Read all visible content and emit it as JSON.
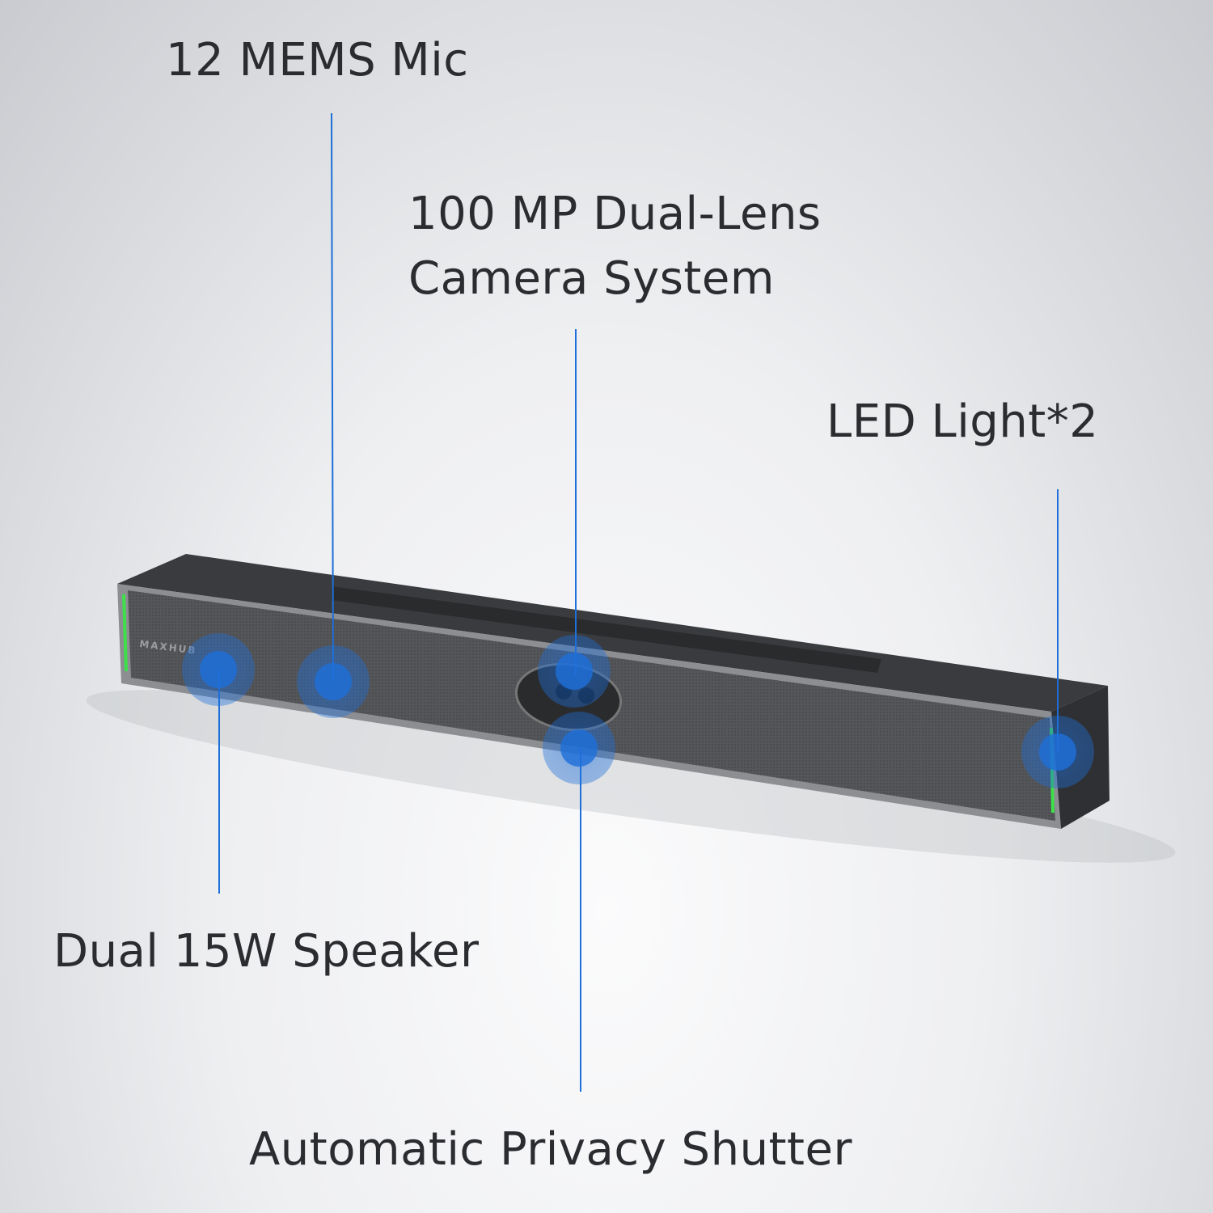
{
  "labels": {
    "mic": "12 MEMS Mic",
    "camera_line1": "100 MP Dual-Lens",
    "camera_line2": "Camera System",
    "led": "LED Light*2",
    "speaker": "Dual 15W Speaker",
    "shutter": "Automatic Privacy Shutter"
  },
  "device": {
    "brand": "MAXHUB"
  },
  "colors": {
    "callout": "#1e6fd9",
    "led": "#3ee04a",
    "body": "#4a4b4e"
  }
}
